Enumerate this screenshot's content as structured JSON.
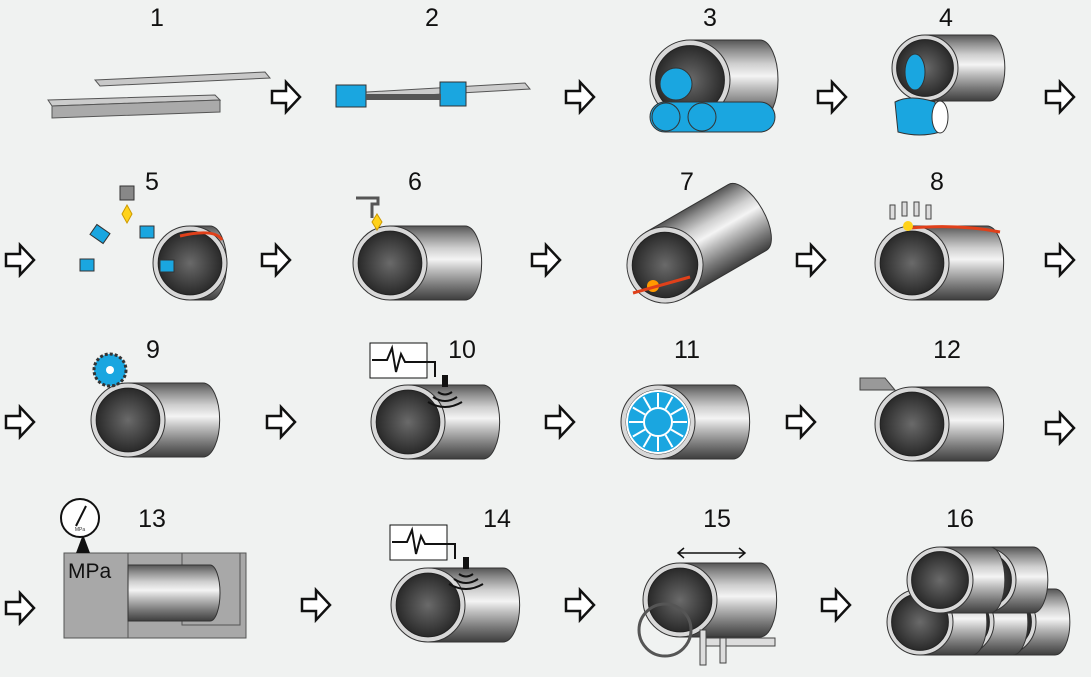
{
  "title": "Pipe manufacturing process steps",
  "steps": [
    "1",
    "2",
    "3",
    "4",
    "5",
    "6",
    "7",
    "8",
    "9",
    "10",
    "11",
    "12",
    "13",
    "14",
    "15",
    "16"
  ],
  "pressure_unit": "MPa",
  "gauge_unit": "MPa",
  "colors": {
    "background": "#f0f2f1",
    "tool": "#1aa6e0",
    "weld": "#e0401a",
    "spark": "#ffd21a",
    "frame": "#a8a8a8"
  }
}
